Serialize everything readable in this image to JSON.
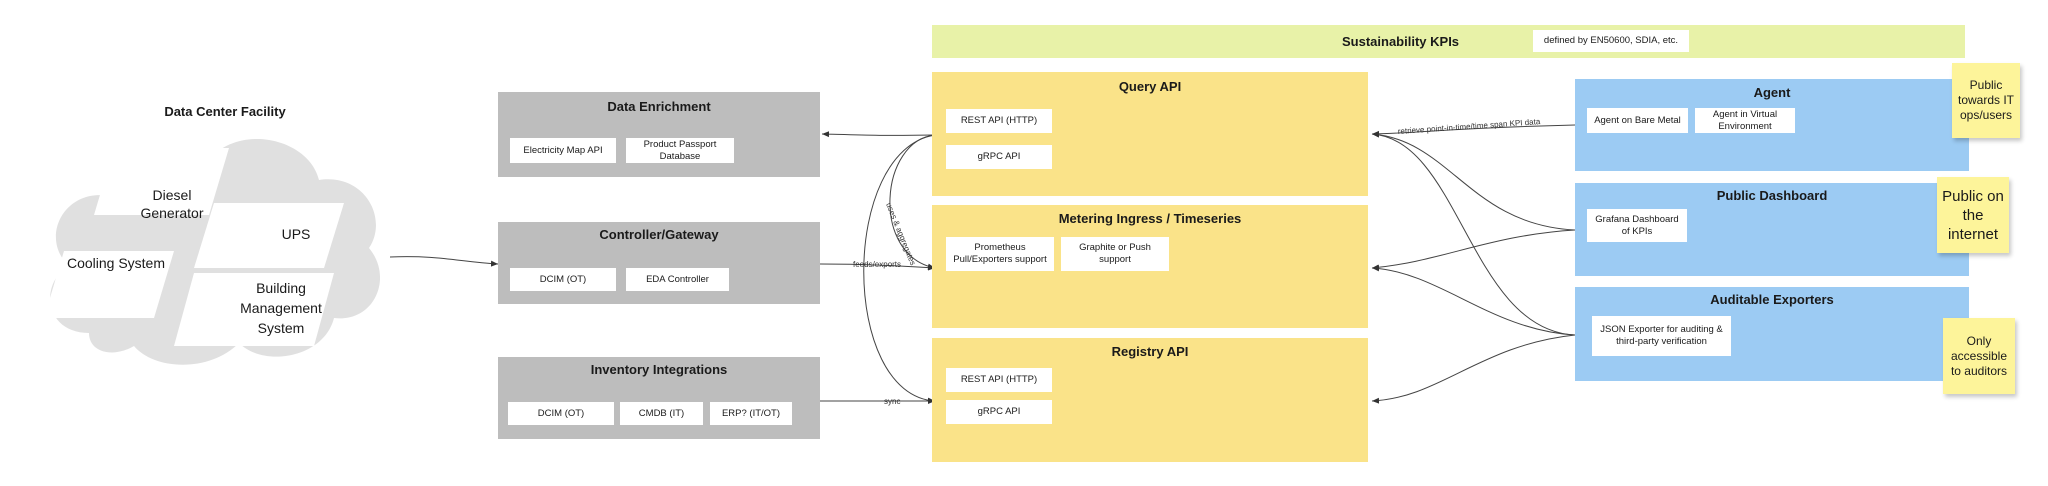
{
  "facility": {
    "title": "Data Center Facility",
    "items": [
      "Diesel Generator",
      "UPS",
      "Cooling System",
      "Building Management System"
    ]
  },
  "left_groups": {
    "enrichment": {
      "title": "Data Enrichment",
      "items": [
        "Electricity Map API",
        "Product Passport Database"
      ]
    },
    "controller": {
      "title": "Controller/Gateway",
      "items": [
        "DCIM (OT)",
        "EDA Controller"
      ]
    },
    "inventory": {
      "title": "Inventory Integrations",
      "items": [
        "DCIM (OT)",
        "CMDB (IT)",
        "ERP? (IT/OT)"
      ]
    }
  },
  "kpi_banner": {
    "title": "Sustainability KPIs",
    "note": "defined by EN50600, SDIA, etc."
  },
  "center": {
    "query": {
      "title": "Query API",
      "items": [
        "REST API (HTTP)",
        "gRPC API"
      ]
    },
    "metering": {
      "title": "Metering Ingress / Timeseries",
      "items": [
        "Prometheus Pull/Exporters support",
        "Graphite or Push support"
      ]
    },
    "registry": {
      "title": "Registry API",
      "items": [
        "REST API (HTTP)",
        "gRPC API"
      ]
    }
  },
  "right": {
    "agent": {
      "title": "Agent",
      "items": [
        "Agent on Bare Metal",
        "Agent in Virtual Environment"
      ]
    },
    "dashboard": {
      "title": "Public Dashboard",
      "items": [
        "Grafana Dashboard of KPIs"
      ]
    },
    "exporters": {
      "title": "Auditable Exporters",
      "items": [
        "JSON Exporter for auditing & third-party verification"
      ]
    }
  },
  "notes": [
    "Public towards IT ops/users",
    "Public on the internet",
    "Only accessible to auditors"
  ],
  "connector_labels": {
    "retrieve": "retrieve point-in-time/time span KPI data",
    "feeds": "feeds/exports",
    "sync": "sync",
    "aggregates": "uses & aggregates"
  }
}
